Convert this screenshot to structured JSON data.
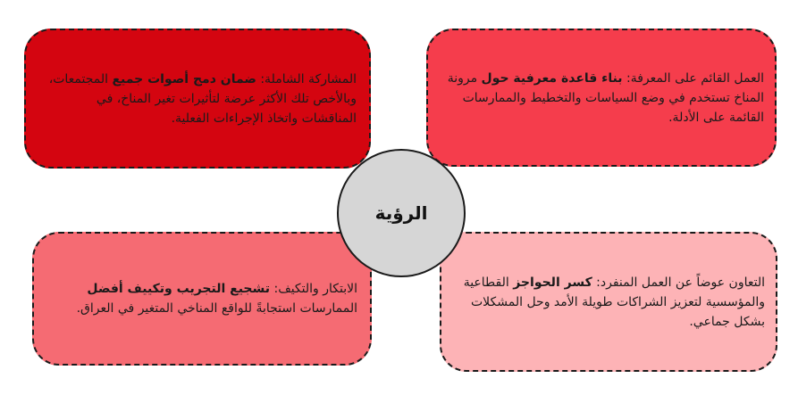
{
  "center": {
    "label": "الرؤية"
  },
  "boxes": {
    "top_left": {
      "lead": "المشاركة الشاملة: ",
      "bold": "ضمان دمج أصوات جميع",
      "rest": " المجتمعات، وبالأخص تلك الأكثر عرضة لتأثيرات تغير المناخ، في المناقشات واتخاذ الإجراءات الفعلية."
    },
    "top_right": {
      "lead": "العمل القائم على المعرفة:  ",
      "bold": "بناء قاعدة معرفية حول",
      "rest": " مرونة المناخ تستخدم في وضع السياسات والتخطيط والممارسات القائمة على الأدلة."
    },
    "bottom_left": {
      "lead": "الابتكار والتكيف: ",
      "bold": "تشجيع التجريب وتكييف أفضل",
      "rest": " الممارسات استجابةً للواقع المناخي المتغير في العراق."
    },
    "bottom_right": {
      "lead": "التعاون عوضاً عن العمل المنفرد: ",
      "bold": "كسر الحواجز",
      "rest": " القطاعية والمؤسسية لتعزيز الشراكات طويلة الأمد وحل المشكلات بشكل جماعي."
    }
  },
  "colors": {
    "top_left": "#d40510",
    "top_right": "#f53d4c",
    "bottom_left": "#f56b73",
    "bottom_right": "#fdb3b6",
    "center": "#d6d6d6"
  }
}
